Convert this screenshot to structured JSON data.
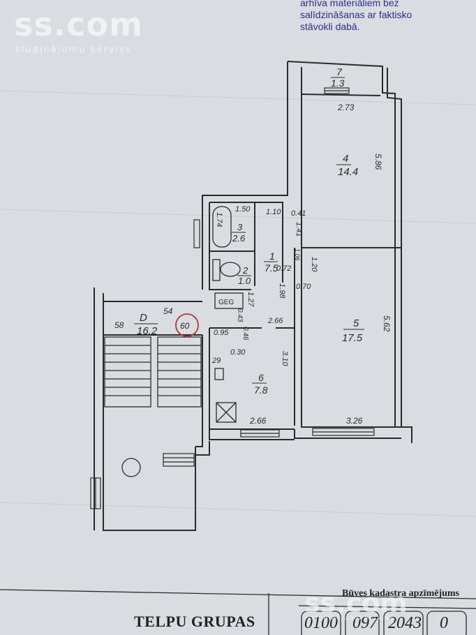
{
  "watermark": {
    "logo": "ss.com",
    "tagline": "sludinājumu serviss"
  },
  "stamp_lines": [
    "arhīva materiāliem bez",
    "salīdzināšanas ar faktisko",
    "stāvokli dabā."
  ],
  "footer": {
    "kadastra_label": "Būves kadastra apzīmējums",
    "title": "TELPU GRUPAS",
    "cad_digits": [
      "0100",
      "097",
      "2043",
      "0"
    ]
  },
  "rooms": [
    {
      "num": "7",
      "area": "1.3"
    },
    {
      "num": "4",
      "area": "14.4"
    },
    {
      "num": "3",
      "area": "2.6"
    },
    {
      "num": "2",
      "area": "1.0"
    },
    {
      "num": "1",
      "area": "7.5"
    },
    {
      "num": "5",
      "area": "17.5"
    },
    {
      "num": "6",
      "area": "7.8"
    },
    {
      "num": "D",
      "area": "16.2"
    }
  ],
  "dimensions": [
    "2.73",
    "5.86",
    "1.50",
    "1.10",
    "0.41",
    "1.74",
    "1.41",
    "1.20",
    "1.06",
    "0.72",
    "0.70",
    "1.98",
    "1.27",
    "2.66",
    "0.43",
    "0.95",
    "0.46",
    "0.30",
    "3.10",
    "2.66",
    "5.62",
    "3.26",
    "54",
    "58",
    "29",
    "60"
  ],
  "symbols": {
    "gas_meter": "GEG"
  },
  "colors": {
    "paper": "#d9dde2",
    "ink": "#2a2a2a",
    "stamp_ink": "#2f2c8a",
    "circle": "#b2353b"
  }
}
